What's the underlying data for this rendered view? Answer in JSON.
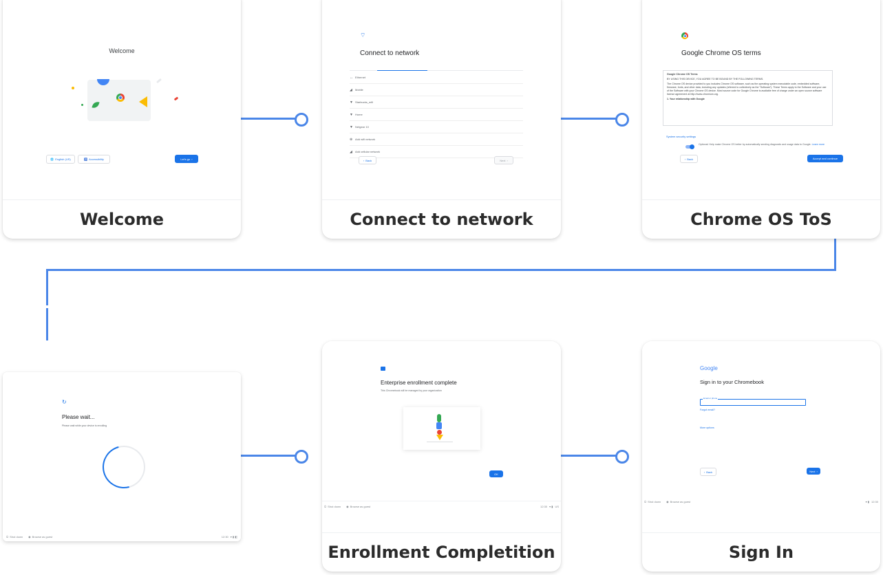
{
  "cards": {
    "welcome": {
      "caption": "Welcome",
      "title": "Welcome",
      "lang_btn": "English (US)",
      "access_btn": "Accessibility",
      "start_btn": "Let's go"
    },
    "network": {
      "caption": "Connect to network",
      "title": "Connect to network",
      "networks": [
        "Ethernet",
        "Mobile",
        "Starbucks_wifi",
        "Home",
        "Netgear 10",
        "Add wifi network",
        "Add cellular network"
      ],
      "back_btn": "Back",
      "next_btn": "Next"
    },
    "tos": {
      "caption": "Chrome OS ToS",
      "title": "Google Chrome OS terms",
      "terms_heading": "Google Chrome OS Terms",
      "terms_intro": "BY USING THIS DEVICE, YOU AGREE TO BE BOUND BY THE FOLLOWING TERMS.",
      "terms_body": "The Chrome OS device provided to you includes Chrome OS software, such as the operating system executable code, embedded software, firmware, fonts, and other data, including any updates (referred to collectively as the \"Software\"). These Terms apply to the Software and your use of the Software with your Chrome OS device. Most source code for Google Chrome is available free of charge under an open source software license agreement at http://www.chromium.org.",
      "terms_section": "1. Your relationship with Google",
      "security_link": "System security settings",
      "optional_text": "Optional: Help make Chrome OS better by automatically sending diagnostic and usage data to Google.",
      "learn_more": "Learn more",
      "back_btn": "Back",
      "accept_btn": "Accept and continue"
    },
    "wait": {
      "title": "Please wait...",
      "subtitle": "Please wait while your device is enrolling",
      "shutdown": "Shut down",
      "guest": "Browse as guest",
      "clock": "12:30"
    },
    "enroll": {
      "caption": "Enrollment Completition",
      "title": "Enterprise enrollment complete",
      "subtitle": "This Chromebook will be managed by your organization",
      "ok_btn": "OK",
      "shutdown": "Shut down",
      "guest": "Browse as guest",
      "clock": "12:30",
      "region": "US"
    },
    "signin": {
      "caption": "Sign In",
      "logo": "Google",
      "title": "Sign in to your Chromebook",
      "field_label": "Email or phone",
      "forgot": "Forgot email?",
      "more": "More options",
      "back_btn": "Back",
      "next_btn": "Next",
      "shutdown": "Shut down",
      "guest": "Browse as guest",
      "clock": "12:30"
    }
  },
  "colors": {
    "connector": "#4a86e8",
    "primary": "#1a73e8",
    "google_red": "#ea4335",
    "google_yellow": "#fbbc04",
    "google_green": "#34a853"
  }
}
